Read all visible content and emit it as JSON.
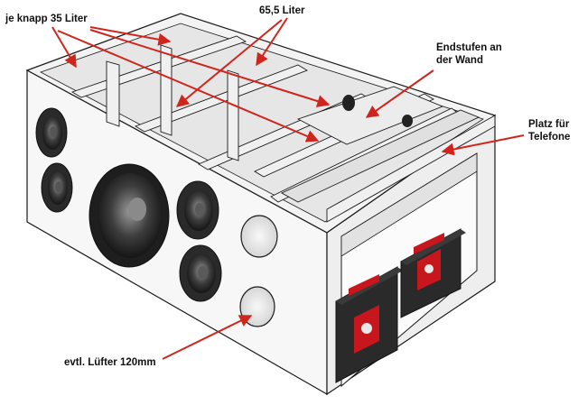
{
  "labels": {
    "chambers_small": "je knapp 35 Liter",
    "chamber_large": "65,5 Liter",
    "amps_line1": "Endstufen an",
    "amps_line2": "der Wand",
    "phones_line1": "Platz für",
    "phones_line2": "Telefone",
    "fans": "evtl. Lüfter 120mm"
  },
  "colors": {
    "panel": "#f5f5f5",
    "panel_shade": "#e4e4e4",
    "panel_dark": "#cfcfcf",
    "edge": "#1a1a1a",
    "arrow": "#d0251c",
    "battery_body": "#2a2a2a",
    "battery_red": "#c8161d"
  }
}
